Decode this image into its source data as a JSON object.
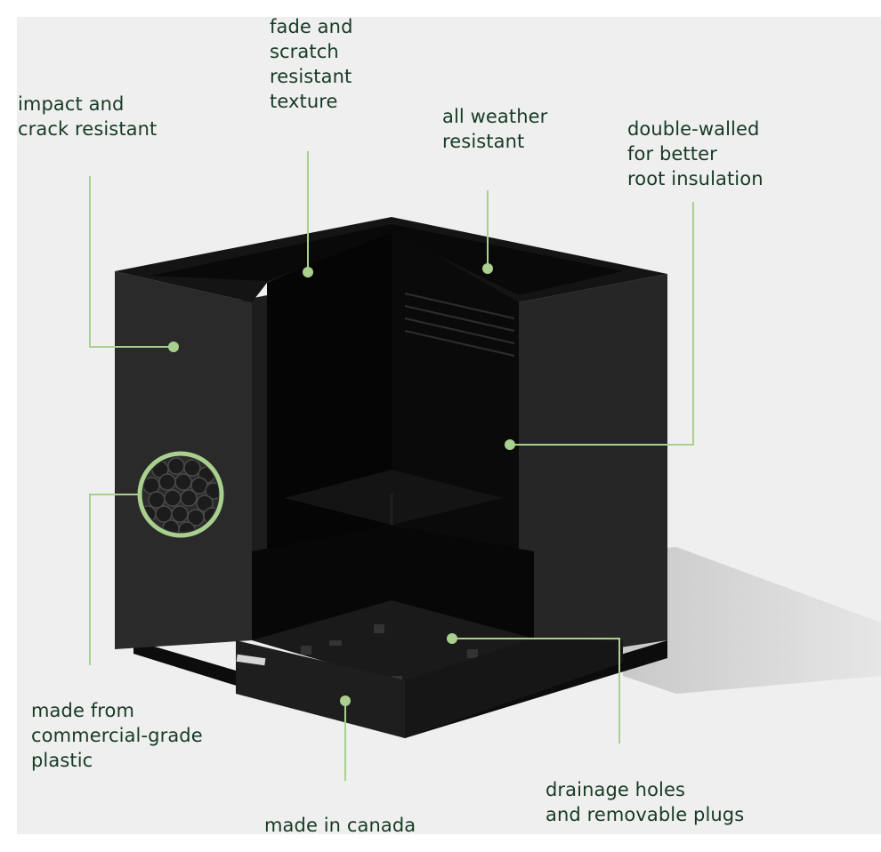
{
  "callouts": {
    "impact": "impact and\ncrack resistant",
    "fade": "fade and\nscratch\nresistant\ntexture",
    "weather": "all weather\nresistant",
    "double_walled": "double-walled\nfor better\nroot insulation",
    "plastic": "made from\ncommercial-grade\nplastic",
    "canada": "made in canada",
    "drainage": "drainage holes\nand removable plugs"
  },
  "colors": {
    "background": "#efefef",
    "label_text": "#173a24",
    "callout_line": "#a9d08e",
    "planter": "#151515"
  },
  "icons": {
    "material_zoom": "plastic-pellets-zoom-icon"
  }
}
